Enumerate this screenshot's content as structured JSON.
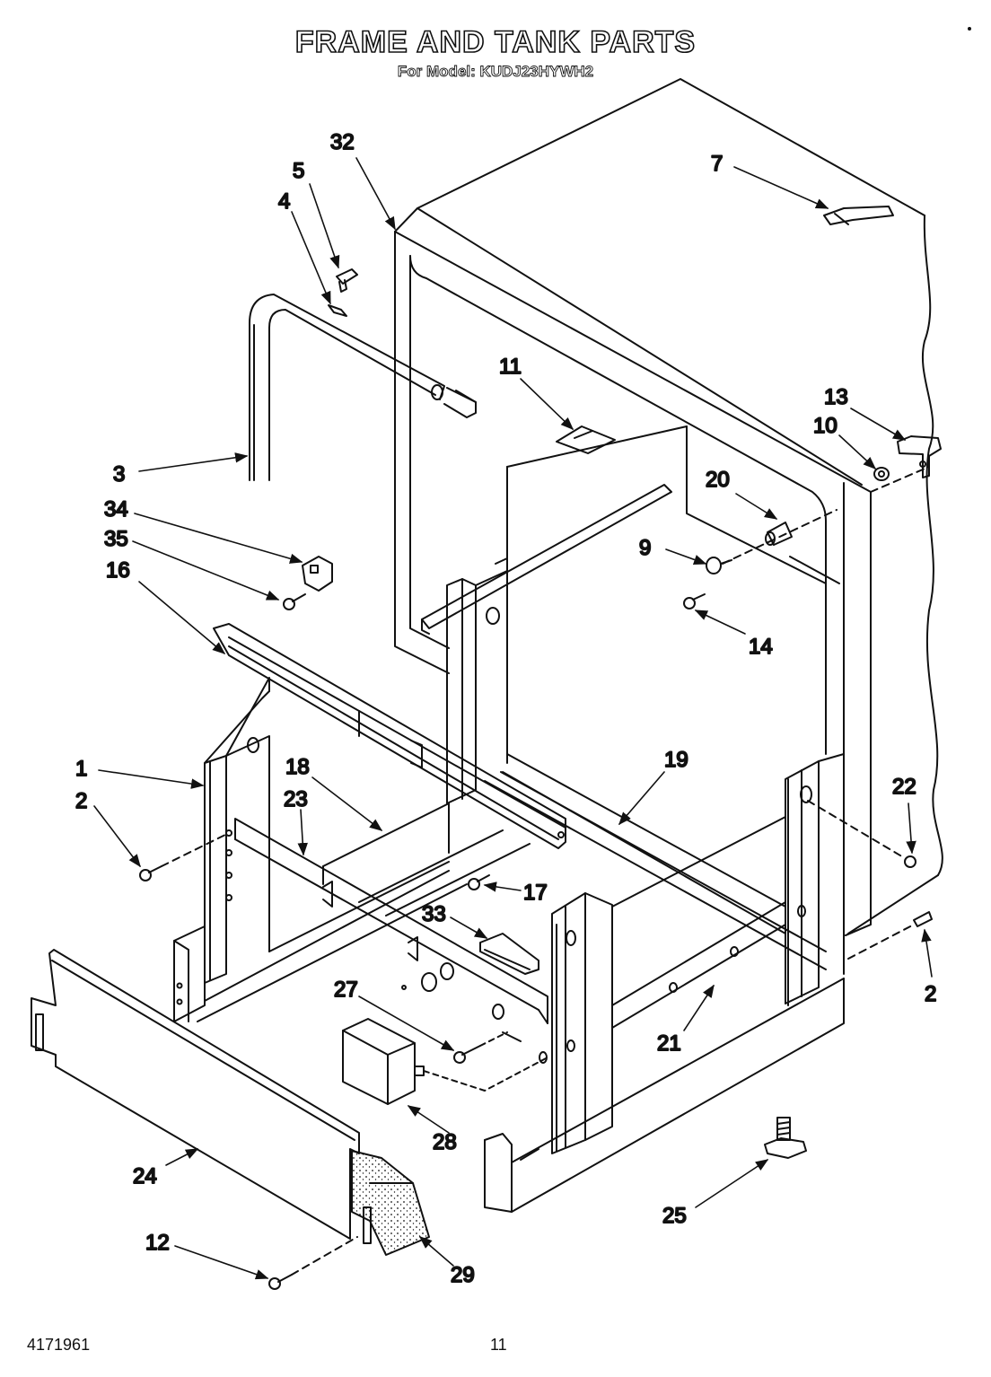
{
  "header": {
    "title": "FRAME AND TANK PARTS",
    "subtitle": "For Model: KUDJ23HYWH2"
  },
  "footer": {
    "doc_number": "4171961",
    "page_number": "11"
  },
  "callouts": {
    "c1": "1",
    "c2a": "2",
    "c2b": "2",
    "c3": "3",
    "c4": "4",
    "c5": "5",
    "c7": "7",
    "c9": "9",
    "c10": "10",
    "c11": "11",
    "c12": "12",
    "c13": "13",
    "c14": "14",
    "c16": "16",
    "c17": "17",
    "c18": "18",
    "c19": "19",
    "c20": "20",
    "c21": "21",
    "c22": "22",
    "c23": "23",
    "c24": "24",
    "c25": "25",
    "c27": "27",
    "c28": "28",
    "c29": "29",
    "c32": "32",
    "c33": "33",
    "c34": "34",
    "c35": "35"
  }
}
